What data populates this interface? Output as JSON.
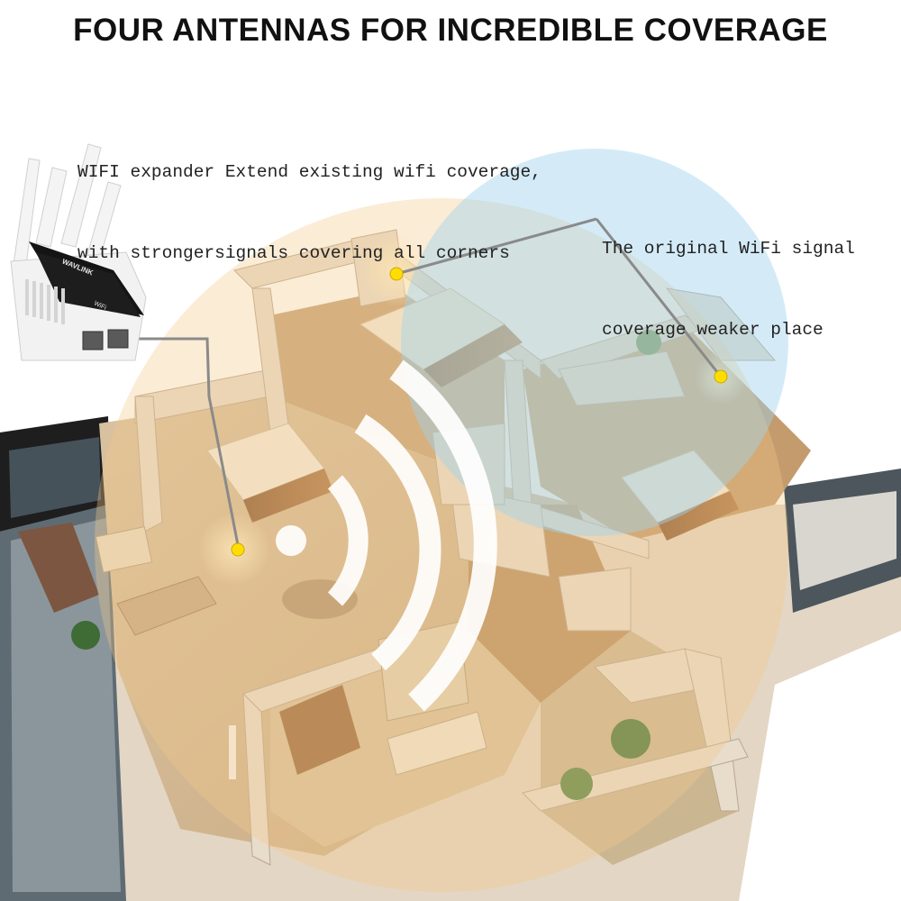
{
  "headline": "FOUR ANTENNAS FOR INCREDIBLE COVERAGE",
  "captions": {
    "expander": {
      "line1": "WIFI expander Extend existing wifi coverage,",
      "line2": "with strongersignals covering all corners"
    },
    "original": {
      "line1": "The original WiFi signal",
      "line2": "coverage weaker place"
    }
  },
  "device": {
    "brand": "WAVLINK",
    "model": "WiFi"
  },
  "colors": {
    "extended_coverage": "#f3c98a",
    "original_coverage": "#9fd3ee",
    "marker": "#ffdd00",
    "connector": "#8a8a8a",
    "signal_arcs": "#ffffff"
  }
}
